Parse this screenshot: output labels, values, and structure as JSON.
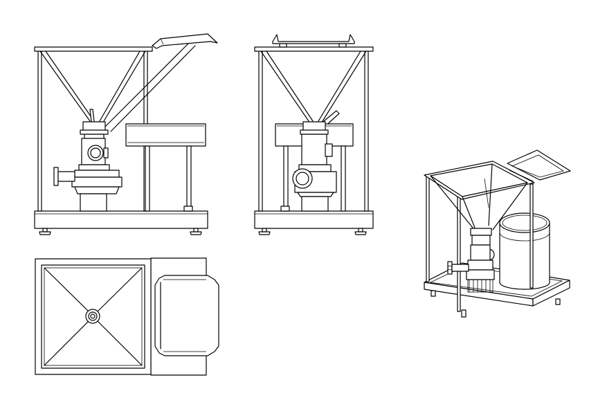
{
  "drawing": {
    "views": [
      {
        "id": "front",
        "name": "front-elevation-view"
      },
      {
        "id": "side",
        "name": "side-elevation-view"
      },
      {
        "id": "top",
        "name": "plan-view"
      },
      {
        "id": "iso",
        "name": "isometric-view"
      }
    ],
    "line_color": "#000000",
    "background": "#ffffff"
  }
}
